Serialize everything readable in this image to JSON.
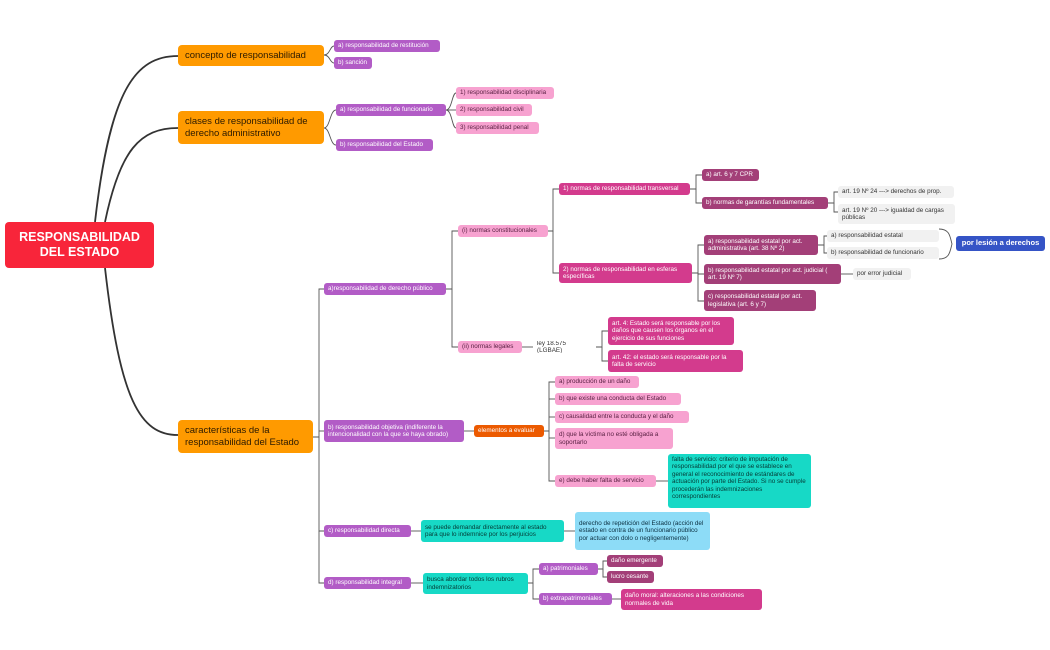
{
  "root": {
    "label": "RESPONSABILIDAD DEL ESTADO"
  },
  "concepto": {
    "label": "concepto de responsabilidad",
    "a": "a) responsabilidad de restitución",
    "b": "b) sanción"
  },
  "clases": {
    "label": "clases de responsabilidad de derecho administrativo",
    "funcionario": {
      "label": "a) responsabilidad de funcionario",
      "items": [
        "1) responsabilidad disciplinaria",
        "2) responsabilidad civil",
        "3) responsabilidad penal"
      ]
    },
    "estado": "b) responsabilidad del Estado"
  },
  "caracteristicas": {
    "label": "características de la responsabilidad del Estado",
    "publico": {
      "label": "a)responsabilidad de derecho público",
      "constitucionales": {
        "label": "(i) normas constitucionales",
        "transversal": {
          "label": "1) normas de responsabilidad transversal",
          "art": "a) art. 6 y 7 CPR",
          "garantias": {
            "label": "b) normas de garantías fundamentales",
            "items": [
              "art. 19 Nº 24 ---> derechos de prop.",
              "art. 19 Nº 20 ---> igualdad de cargas públicas"
            ]
          }
        },
        "esferas": {
          "label": "2) normas de responsabilidad en esferas específicas",
          "administrativa": {
            "label": "a) responsabilidad estatal por act. administrativa (art. 38 Nº 2)",
            "items": [
              "a) responsabilidad estatal",
              "b) responsabilidad de funcionario"
            ],
            "summary": "por lesión a derechos"
          },
          "judicial": {
            "label": "b) responsabilidad estatal por act. judicial ( art. 19 Nº 7)",
            "note": "por error judicial"
          },
          "legislativa": "c) responsabilidad estatal por act. legislativa (art. 6 y 7)"
        }
      },
      "legales": {
        "label": "(ii) normas legales",
        "ley": "ley 18.575 (LGBAE)",
        "items": [
          "art. 4: Estado será responsable por los daños que causen los órganos en el ejercicio de sus funciones",
          "art. 42: el estado será responsable por la falta de servicio"
        ]
      }
    },
    "objetiva": {
      "label": "b) responsabilidad objetiva (indiferente la intencionalidad con la que se haya obrado)",
      "elementos": "elementos a evaluar",
      "items": [
        "a) producción de un daño",
        "b) que existe una conducta del Estado",
        "c) causalidad entre la conducta y el daño",
        "d) que la víctima no esté obligada a soportarlo",
        "e) debe haber falta de servicio"
      ],
      "falta": "falta de servicio: criterio de imputación de responsabilidad por el que se establece en general el reconocimiento de estándares de actuación por parte del Estado. Si no se cumple procederán las indemnizaciones correspondientes"
    },
    "directa": {
      "label": "c) responsabilidad directa",
      "text": "se puede demandar directamente al estado para que lo indemnice por los perjuicios",
      "repeticion": "derecho de repetición del Estado (acción del estado en contra de un funcionario público por actuar con dolo o negligentemente)"
    },
    "integral": {
      "label": "d) responsabilidad integral",
      "text": "busca abordar todos los rubros indemnizatorios",
      "patrimoniales": {
        "label": "a) patrimoniales",
        "items": [
          "daño emergente",
          "lucro cesante"
        ]
      },
      "extrapatrimoniales": {
        "label": "b) extrapatrimoniales",
        "text": "daño moral: alteraciones a las condiciones normales de vida"
      }
    }
  },
  "colors": {
    "root": "#f8253a",
    "level1": "#ff9a00",
    "purple": "#b25cc6",
    "pink": "#f7a2d0",
    "magenta": "#d33b8d",
    "teal": "#17d9c6",
    "blue": "#8ddcf7",
    "highlight": "#3554c6"
  }
}
